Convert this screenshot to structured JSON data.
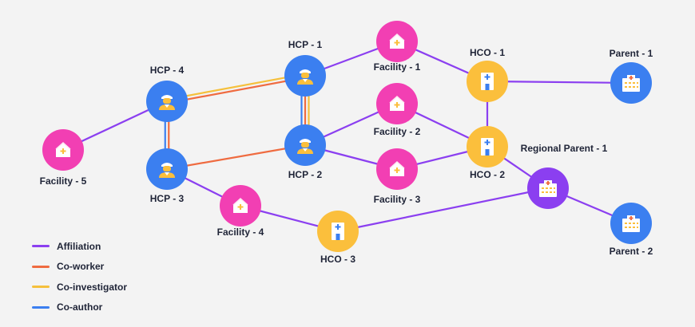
{
  "colors": {
    "hcp": "#3b7ff0",
    "facility": "#f23fb3",
    "hco": "#fbbf3c",
    "regional": "#8b3ff0",
    "parent": "#3b7ff0",
    "affiliation": "#8b3ff0",
    "coworker": "#ef6b40",
    "coinvestigator": "#f5c03c",
    "coauthor": "#3b7ff0"
  },
  "nodes": {
    "hcp1": {
      "label": "HCP - 1",
      "type": "hcp",
      "icon": "doctor-icon"
    },
    "hcp2": {
      "label": "HCP - 2",
      "type": "hcp",
      "icon": "doctor-icon"
    },
    "hcp3": {
      "label": "HCP - 3",
      "type": "hcp",
      "icon": "doctor-icon"
    },
    "hcp4": {
      "label": "HCP - 4",
      "type": "hcp",
      "icon": "doctor-icon"
    },
    "fac1": {
      "label": "Facility - 1",
      "type": "facility",
      "icon": "house-icon"
    },
    "fac2": {
      "label": "Facility - 2",
      "type": "facility",
      "icon": "house-icon"
    },
    "fac3": {
      "label": "Facility - 3",
      "type": "facility",
      "icon": "house-icon"
    },
    "fac4": {
      "label": "Facility - 4",
      "type": "facility",
      "icon": "house-icon"
    },
    "fac5": {
      "label": "Facility - 5",
      "type": "facility",
      "icon": "house-icon"
    },
    "hco1": {
      "label": "HCO - 1",
      "type": "hco",
      "icon": "clinic-icon"
    },
    "hco2": {
      "label": "HCO - 2",
      "type": "hco",
      "icon": "clinic-icon"
    },
    "hco3": {
      "label": "HCO - 3",
      "type": "hco",
      "icon": "clinic-icon"
    },
    "regional": {
      "label": "Regional Parent - 1",
      "type": "regional",
      "icon": "hospital-icon"
    },
    "parent1": {
      "label": "Parent - 1",
      "type": "parent",
      "icon": "hospital-icon"
    },
    "parent2": {
      "label": "Parent - 2",
      "type": "parent",
      "icon": "hospital-icon"
    }
  },
  "edges": [
    {
      "from": "fac5",
      "to": "hcp4",
      "type": "affiliation"
    },
    {
      "from": "hcp4",
      "to": "hcp1",
      "type": "coinvestigator"
    },
    {
      "from": "hcp4",
      "to": "hcp1",
      "type": "coworker"
    },
    {
      "from": "hcp4",
      "to": "hcp3",
      "type": "coworker"
    },
    {
      "from": "hcp4",
      "to": "hcp3",
      "type": "coauthor"
    },
    {
      "from": "hcp3",
      "to": "hcp2",
      "type": "coworker"
    },
    {
      "from": "hcp1",
      "to": "hcp2",
      "type": "coinvestigator"
    },
    {
      "from": "hcp1",
      "to": "hcp2",
      "type": "coworker"
    },
    {
      "from": "hcp1",
      "to": "hcp2",
      "type": "coauthor"
    },
    {
      "from": "hcp1",
      "to": "fac1",
      "type": "affiliation"
    },
    {
      "from": "fac1",
      "to": "hco1",
      "type": "affiliation"
    },
    {
      "from": "hco1",
      "to": "parent1",
      "type": "affiliation"
    },
    {
      "from": "hco1",
      "to": "hco2",
      "type": "affiliation"
    },
    {
      "from": "hcp2",
      "to": "fac2",
      "type": "affiliation"
    },
    {
      "from": "fac2",
      "to": "hco2",
      "type": "affiliation"
    },
    {
      "from": "hcp2",
      "to": "fac3",
      "type": "affiliation"
    },
    {
      "from": "fac3",
      "to": "hco2",
      "type": "affiliation"
    },
    {
      "from": "hco2",
      "to": "regional",
      "type": "affiliation"
    },
    {
      "from": "regional",
      "to": "parent2",
      "type": "affiliation"
    },
    {
      "from": "hcp3",
      "to": "fac4",
      "type": "affiliation"
    },
    {
      "from": "fac4",
      "to": "hco3",
      "type": "affiliation"
    },
    {
      "from": "hco3",
      "to": "regional",
      "type": "affiliation"
    }
  ],
  "legend": [
    {
      "label": "Affiliation",
      "type": "affiliation"
    },
    {
      "label": "Co-worker",
      "type": "coworker"
    },
    {
      "label": "Co-investigator",
      "type": "coinvestigator"
    },
    {
      "label": "Co-author",
      "type": "coauthor"
    }
  ]
}
